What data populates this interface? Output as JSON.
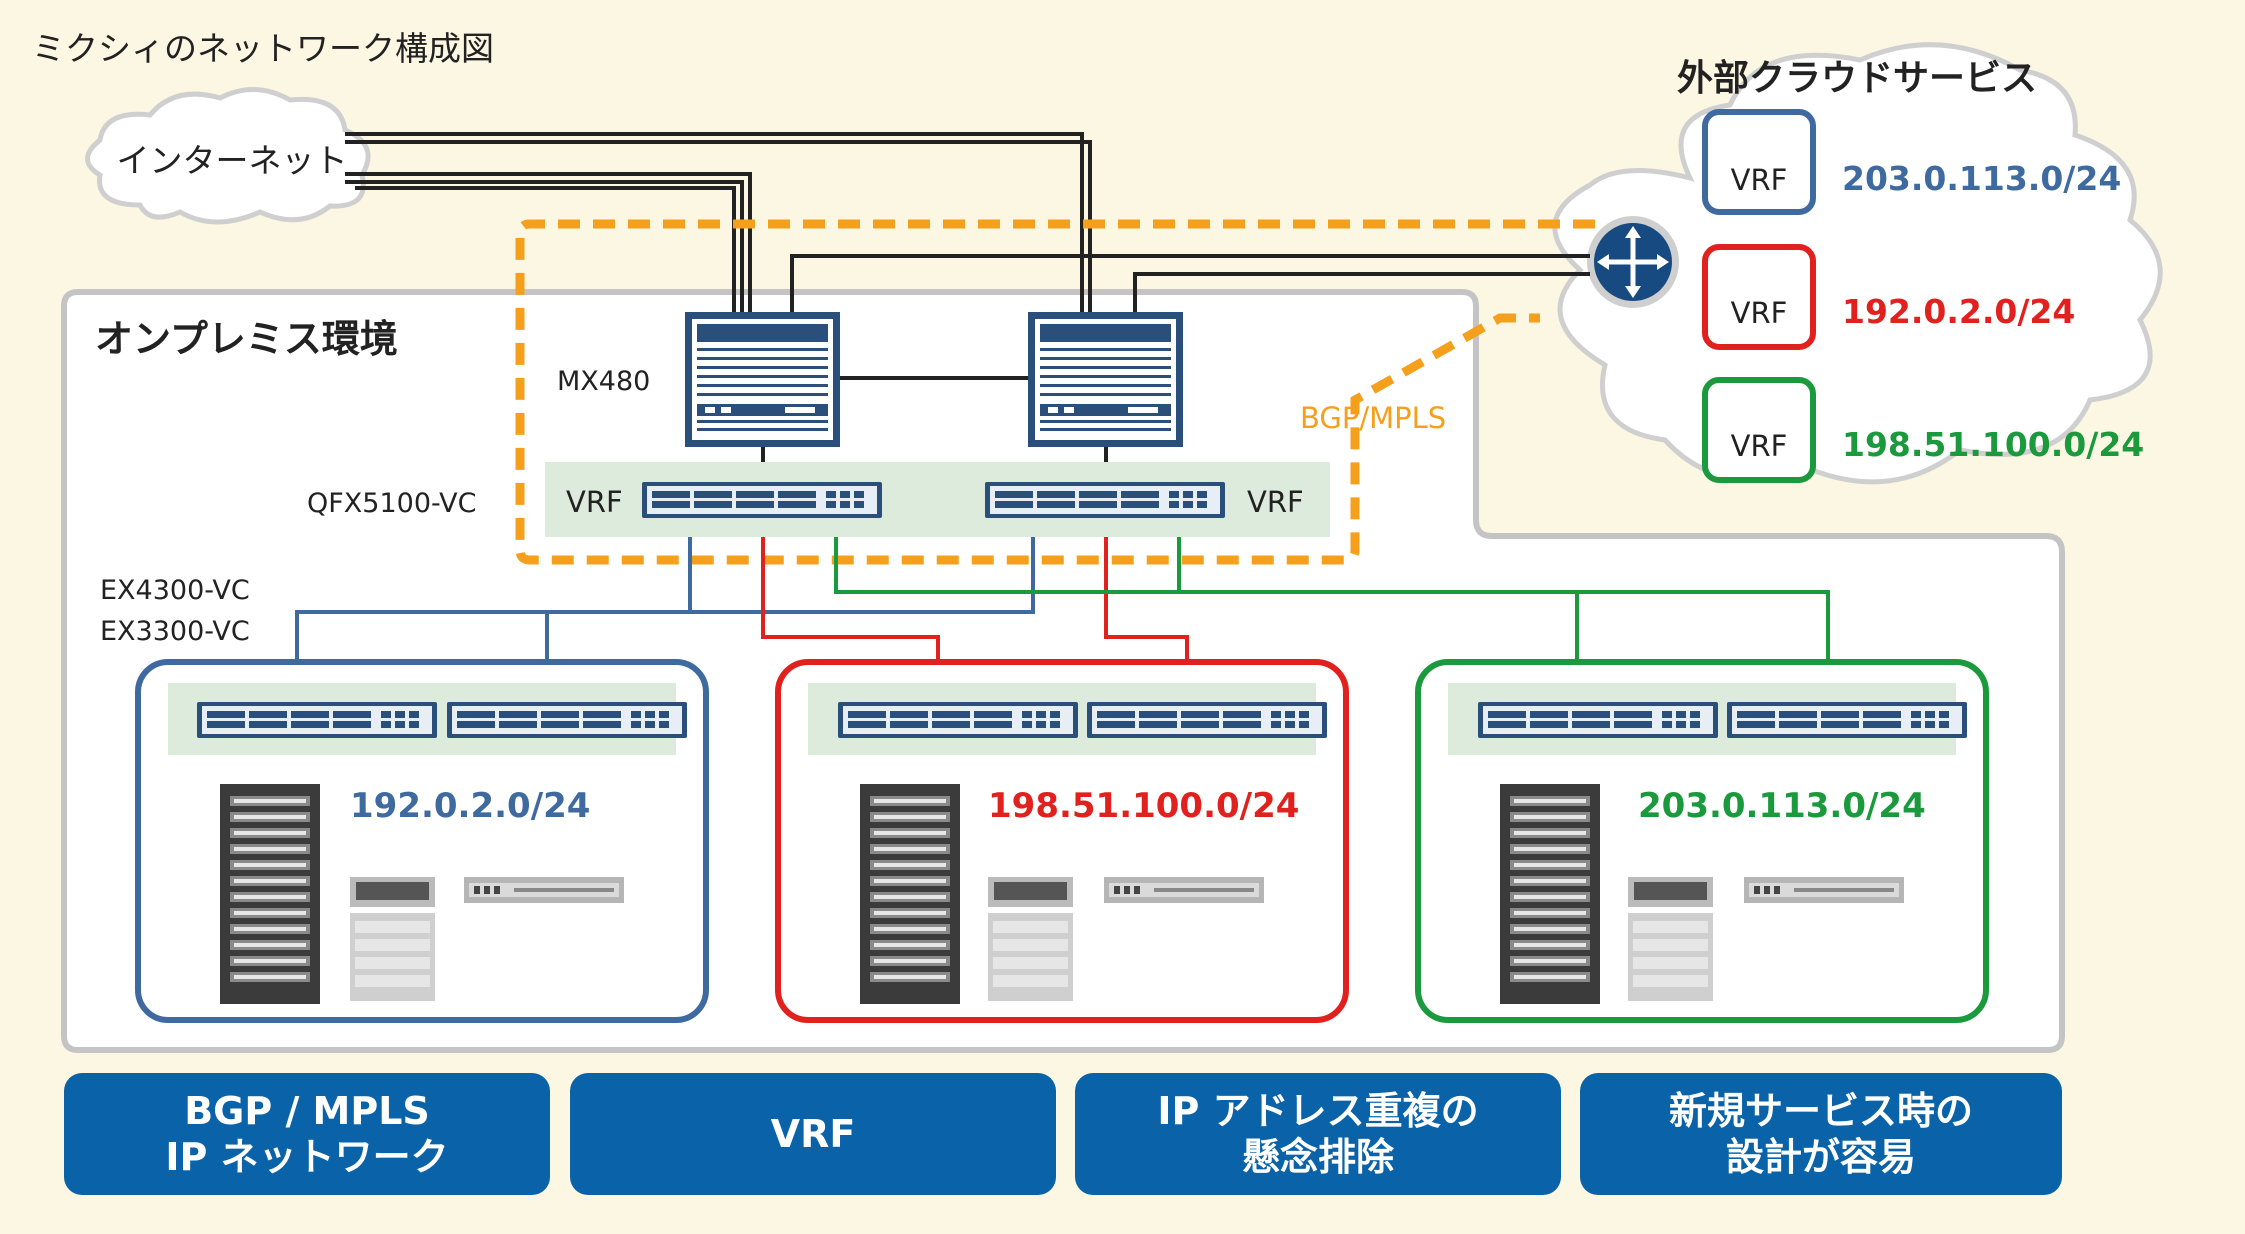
{
  "title": "ミクシィのネットワーク構成図",
  "internet": {
    "label": "インターネット"
  },
  "cloud": {
    "title": "外部クラウドサービス",
    "vrfs": [
      {
        "label": "VRF",
        "subnet": "203.0.113.0/24",
        "color": "#3f6aa0"
      },
      {
        "label": "VRF",
        "subnet": "192.0.2.0/24",
        "color": "#e0211e"
      },
      {
        "label": "VRF",
        "subnet": "198.51.100.0/24",
        "color": "#1a9a3c"
      }
    ]
  },
  "onprem": {
    "title": "オンプレミス環境",
    "mx_label": "MX480",
    "qfx_label": "QFX5100-VC",
    "vrf_left": "VRF",
    "vrf_right": "VRF",
    "bgp_label": "BGP/MPLS",
    "ex_label_1": "EX4300-VC",
    "ex_label_2": "EX3300-VC",
    "zones": [
      {
        "subnet": "192.0.2.0/24",
        "color": "#3f6aa0"
      },
      {
        "subnet": "198.51.100.0/24",
        "color": "#e0211e"
      },
      {
        "subnet": "203.0.113.0/24",
        "color": "#1a9a3c"
      }
    ]
  },
  "features": [
    {
      "line1": "BGP / MPLS",
      "line2": "IP ネットワーク"
    },
    {
      "line1": "VRF",
      "line2": ""
    },
    {
      "line1": "IP アドレス重複の",
      "line2": "懸念排除"
    },
    {
      "line1": "新規サービス時の",
      "line2": "設計が容易"
    }
  ],
  "colors": {
    "orange": "#f4a01c",
    "blue_bar": "#0a62a8",
    "blue": "#3f6aa0",
    "red": "#e0211e",
    "green": "#1a9a3c"
  }
}
